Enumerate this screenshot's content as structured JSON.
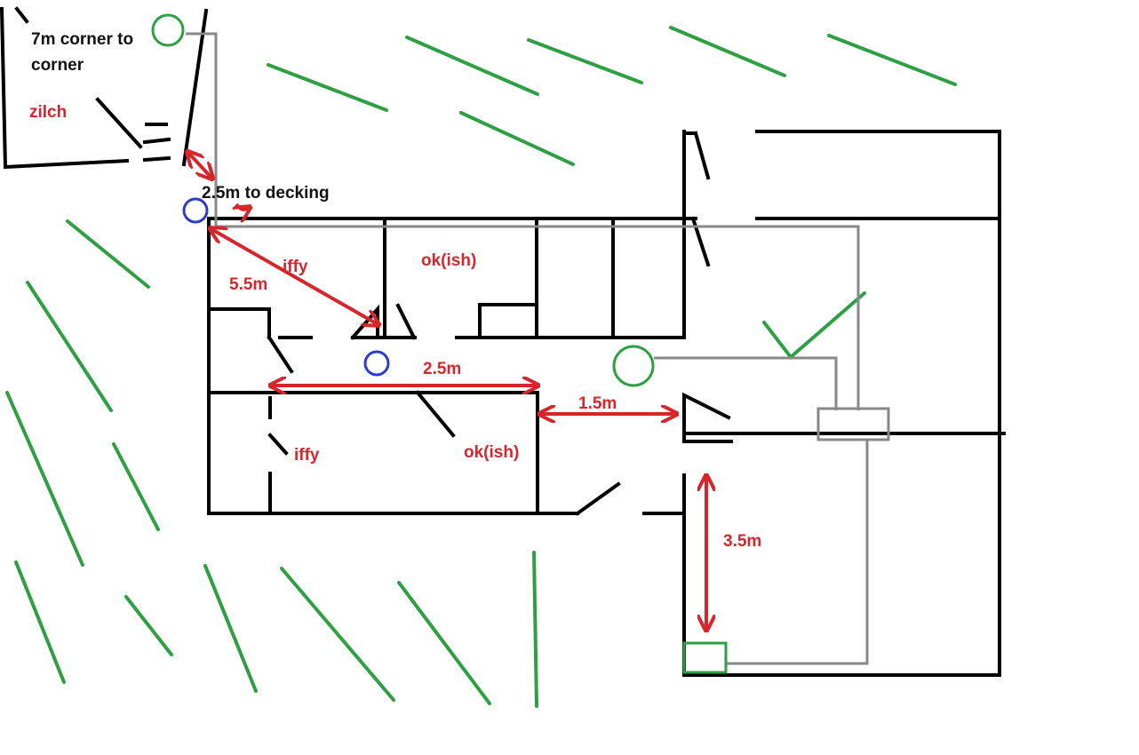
{
  "colors": {
    "wall": "#000000",
    "grass": "#2ea043",
    "cable": "#888888",
    "measure": "#d6262b",
    "ap_blue": "#2c3cc8",
    "ap_green": "#2ea043",
    "label_black": "#111111"
  },
  "labels": {
    "garden_room_size": [
      "7m corner to",
      "corner"
    ],
    "garden_room_signal": "zilch",
    "to_decking": "2.5m to decking",
    "diag_distance": "5.5m",
    "room1_signal": "iffy",
    "room2_signal": "ok(ish)",
    "hall_distance": "2.5m",
    "bed_left_signal": "iffy",
    "bed_right_signal": "ok(ish)",
    "gap_distance": "1.5m",
    "vertical_distance": "3.5m"
  },
  "icons": {
    "access_point_blue": "blue-circle-icon",
    "access_point_green": "green-circle-icon",
    "router": "green-box-icon",
    "switch": "gray-box-icon",
    "checkmark": "check-icon"
  }
}
